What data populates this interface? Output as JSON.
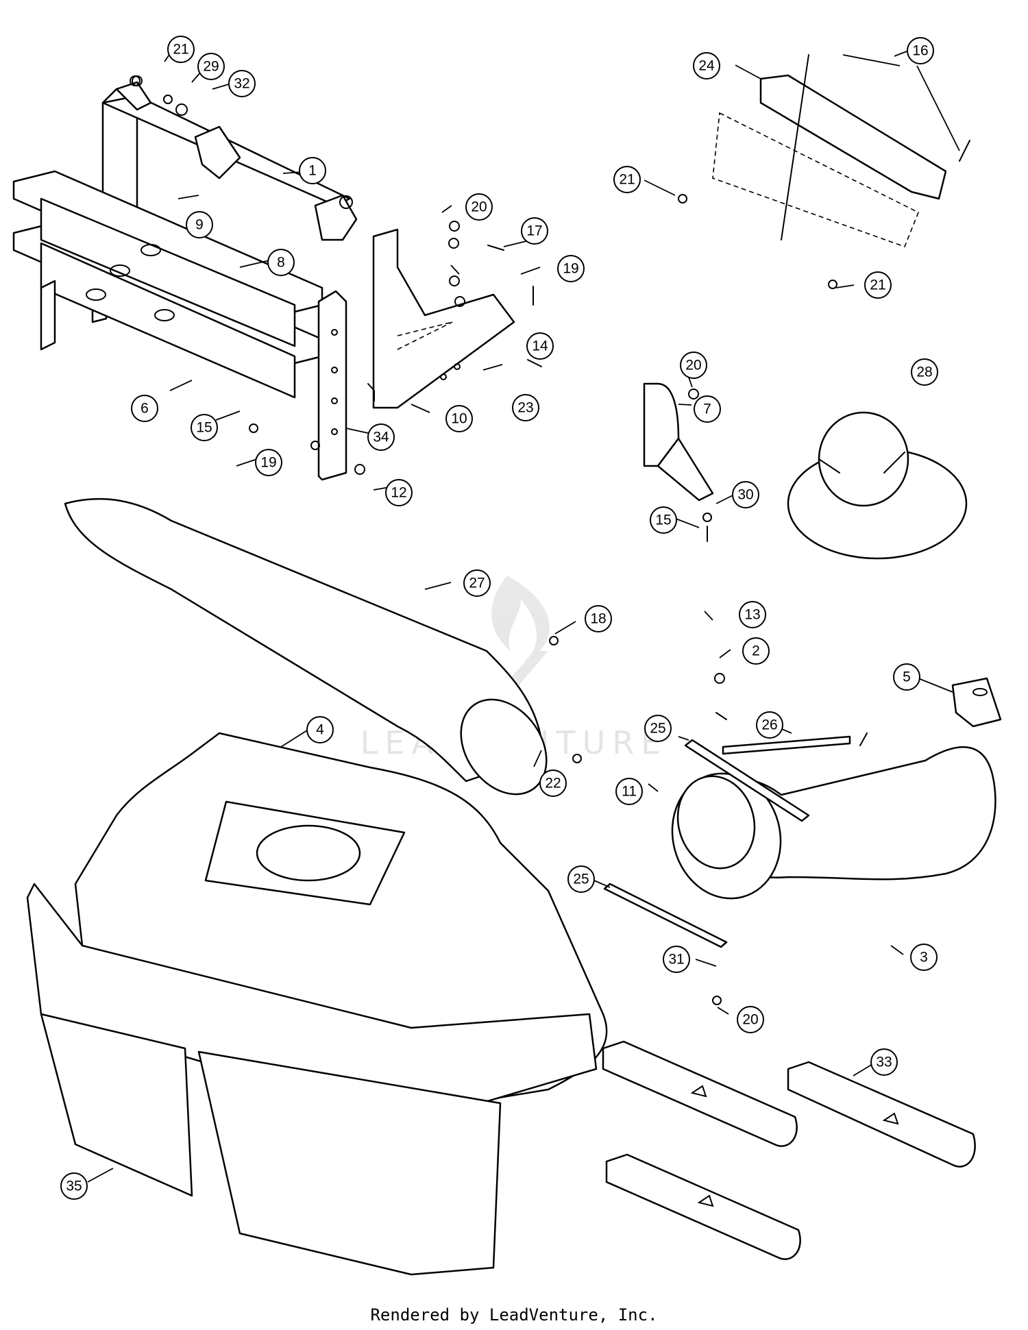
{
  "callouts": [
    "1",
    "2",
    "3",
    "4",
    "5",
    "6",
    "7",
    "8",
    "9",
    "10",
    "11",
    "12",
    "13",
    "14",
    "15",
    "16",
    "17",
    "18",
    "19",
    "20",
    "21",
    "22",
    "23",
    "24",
    "25",
    "26",
    "27",
    "28",
    "29",
    "30",
    "31",
    "32",
    "33",
    "34",
    "35"
  ],
  "watermark": "LEADVENTURE",
  "footer": "Rendered by LeadVenture, Inc.",
  "icons": {
    "watermark_logo": "flame-logo-icon"
  }
}
